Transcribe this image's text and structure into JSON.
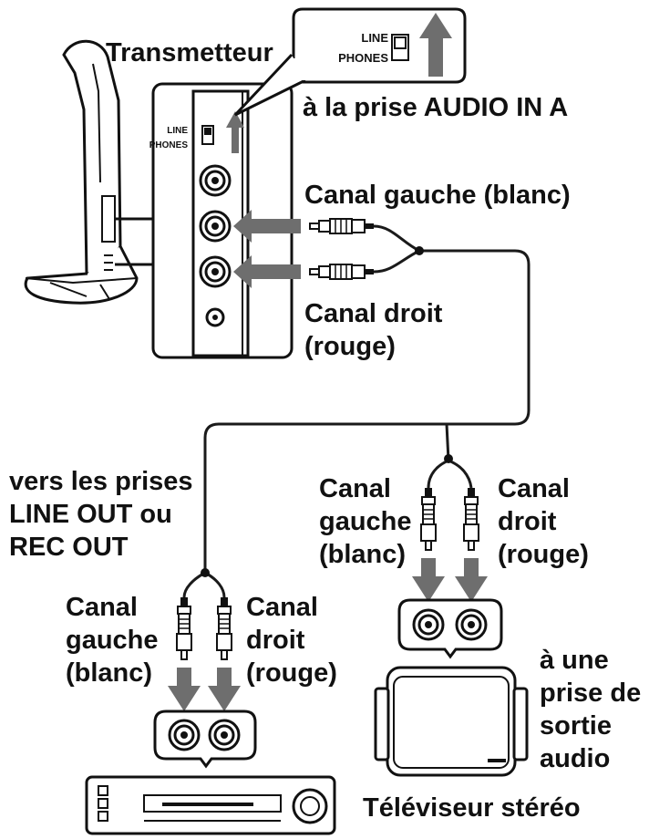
{
  "colors": {
    "ink": "#111111",
    "arrow": "#6e6e6e",
    "line": "#1a1a1a",
    "panel_bg": "#ffffff"
  },
  "labels": {
    "transmitter": "Transmetteur",
    "switch_line_big": "LINE",
    "switch_phones_big": "PHONES",
    "switch_line_small": "LINE",
    "switch_phones_small": "PHONES",
    "to_audio_in": "à la prise AUDIO IN A",
    "left_white_top": "Canal gauche (blanc)",
    "right_red_top_1": "Canal droit",
    "right_red_top_2": "(rouge)",
    "to_line_out_1": "vers les prises",
    "to_line_out_2": "LINE OUT ou",
    "to_line_out_3": "REC OUT",
    "tv_left_1": "Canal",
    "tv_left_2": "gauche",
    "tv_left_3": "(blanc)",
    "tv_right_1": "Canal",
    "tv_right_2": "droit",
    "tv_right_3": "(rouge)",
    "vcr_left_1": "Canal",
    "vcr_left_2": "gauche",
    "vcr_left_3": "(blanc)",
    "vcr_right_1": "Canal",
    "vcr_right_2": "droit",
    "vcr_right_3": "(rouge)",
    "to_audio_out_1": "à une",
    "to_audio_out_2": "prise de",
    "to_audio_out_3": "sortie",
    "to_audio_out_4": "audio",
    "stereo_tv": "Téléviseur stéréo"
  }
}
